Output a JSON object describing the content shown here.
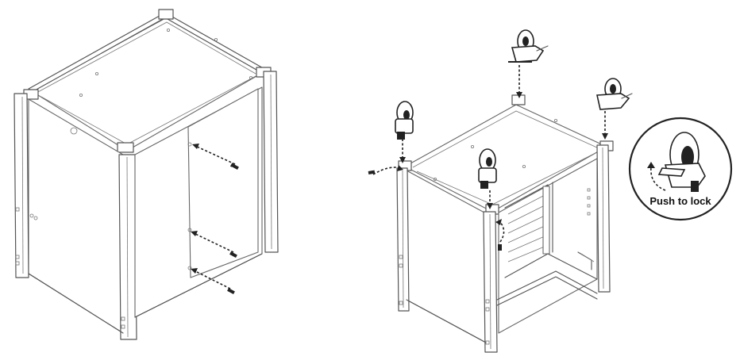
{
  "callout": {
    "label": "Push to lock"
  },
  "left_figure": {
    "name": "assembled-cabinet-side-panel-screws",
    "screw_count": 3
  },
  "right_figure": {
    "name": "cabinet-caster-installation",
    "caster_count": 4
  },
  "colors": {
    "line": "#555555",
    "ink": "#222222",
    "background": "#ffffff"
  }
}
